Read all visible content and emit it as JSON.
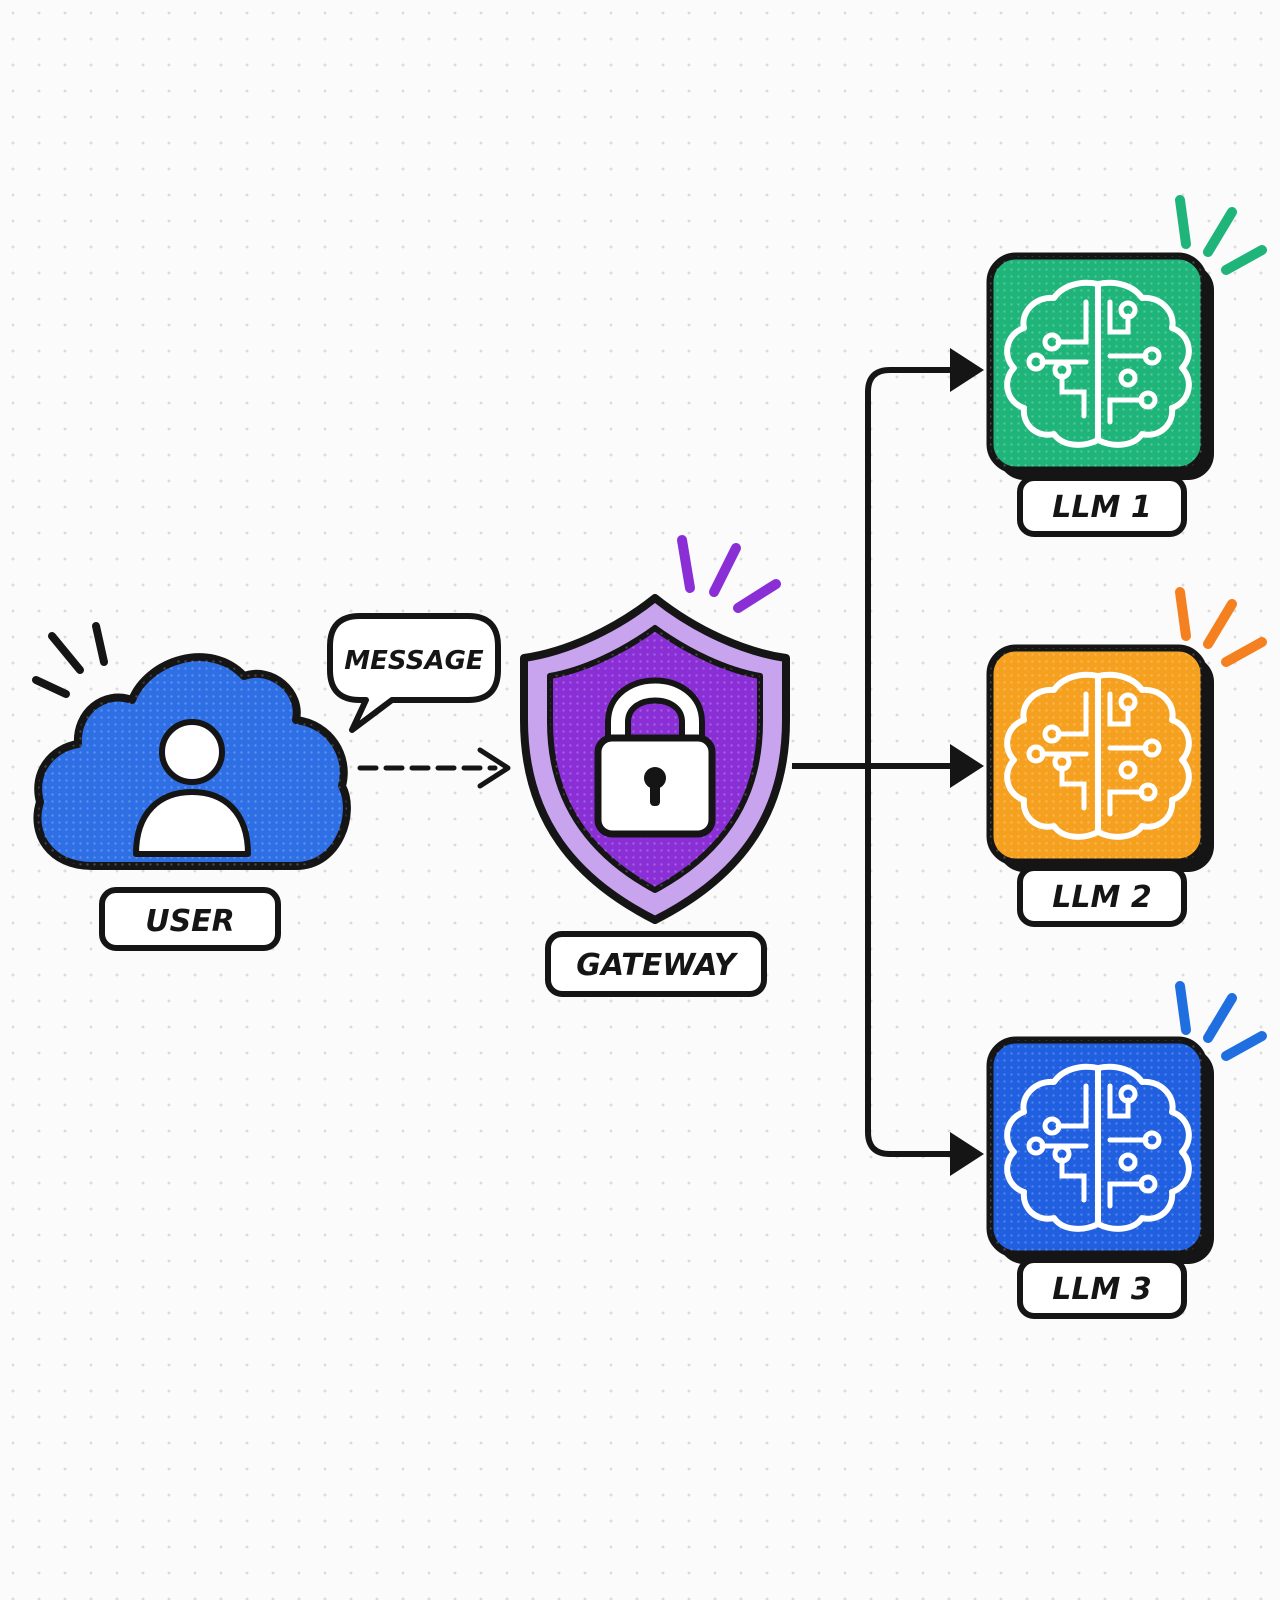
{
  "labels": {
    "message": "MESSAGE",
    "user": "USER",
    "gateway": "GATEWAY",
    "llm_1": "LLM 1",
    "llm_2": "LLM 2",
    "llm_3": "LLM 3"
  },
  "colors": {
    "user": "#2f6fe6",
    "gateway": "#8a2fd6",
    "gateway_rim": "#c9a4ee",
    "llm_1": "#1fb57a",
    "llm_2": "#f5a11f",
    "llm_3": "#1f5fe0",
    "ink": "#151515"
  },
  "icons": {
    "user": "user-cloud-icon",
    "gateway": "shield-lock-icon",
    "llm": "circuit-brain-icon"
  }
}
